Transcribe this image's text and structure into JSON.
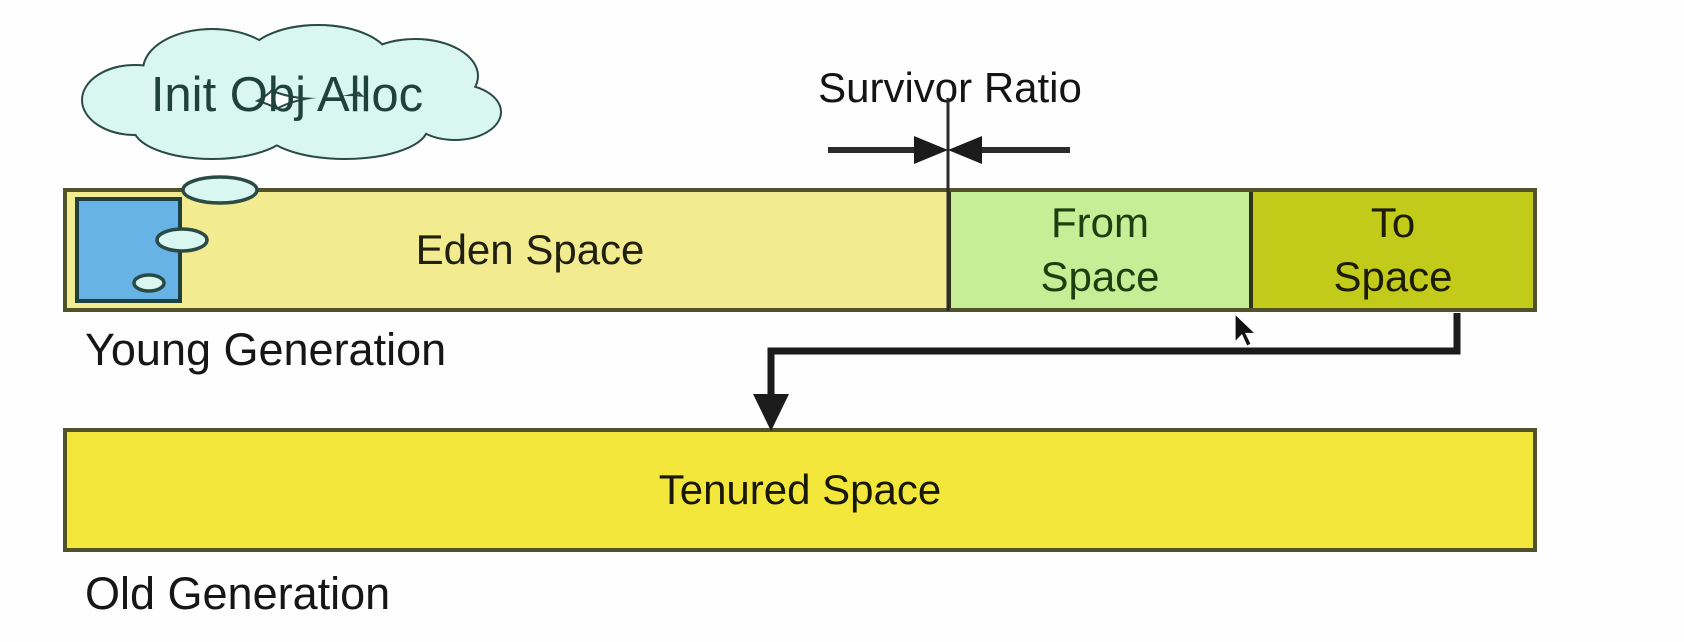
{
  "cloud": {
    "label": "Init Obj Alloc"
  },
  "survivor_ratio": {
    "label": "Survivor Ratio"
  },
  "young_generation": {
    "caption": "Young Generation",
    "eden": {
      "label": "Eden Space"
    },
    "from_space": {
      "line1": "From",
      "line2": "Space"
    },
    "to_space": {
      "line1": "To",
      "line2": "Space"
    }
  },
  "old_generation": {
    "caption": "Old Generation",
    "tenured": {
      "label": "Tenured Space"
    }
  },
  "icons": {
    "cloud": "thought-cloud-icon",
    "bubbles": "thought-bubble-trail-icon",
    "survivor_arrows": "converging-arrows-icon",
    "promotion_arrow": "elbow-down-arrow-icon",
    "cursor": "mouse-arrow-pointer-icon"
  },
  "colors": {
    "eden_fill": "#f3eb90",
    "from_fill": "#c5ee96",
    "to_fill": "#c2ca1a",
    "tenured_fill": "#f2e73a",
    "init_alloc_box_fill": "#67b3e6",
    "cloud_fill": "#d9f6f0",
    "bar_border": "#52522a",
    "arrow_color": "#1b1b1b",
    "text": "#1a1a1a"
  }
}
